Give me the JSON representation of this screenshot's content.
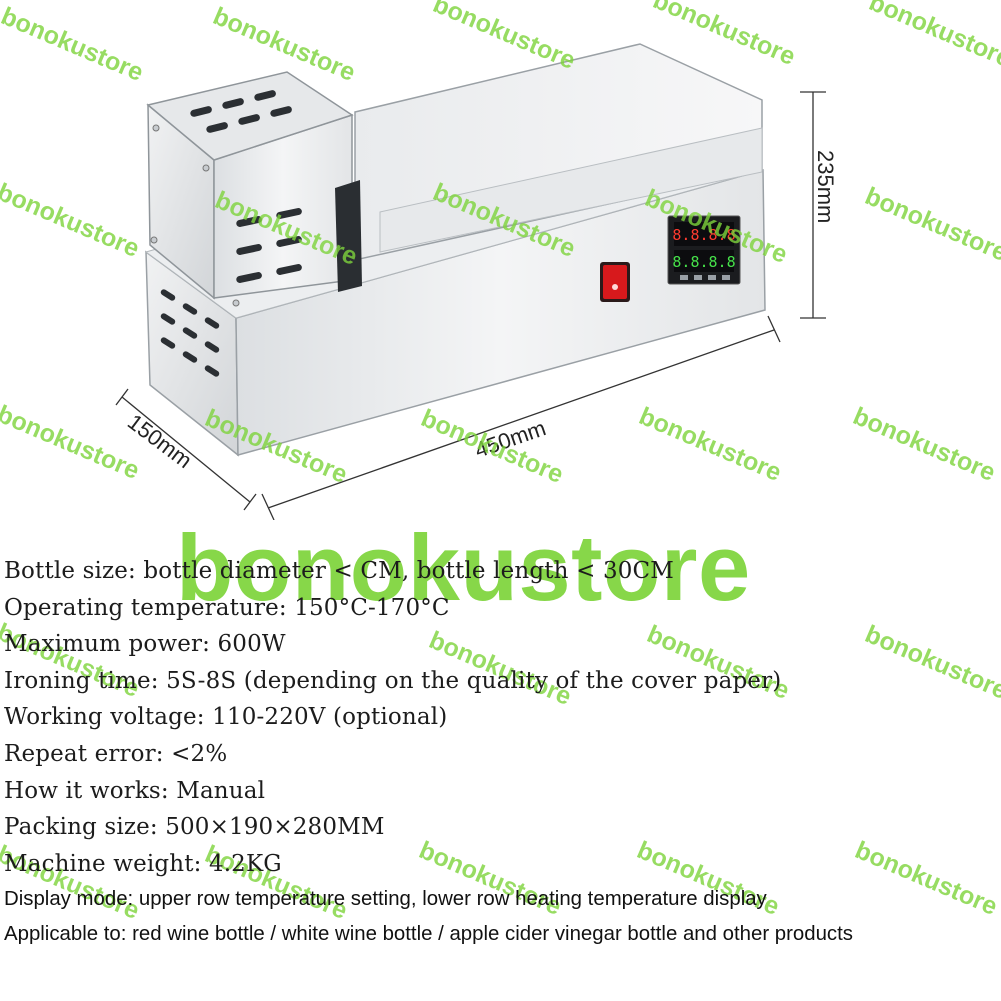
{
  "image": {
    "dimensions": {
      "height": "235mm",
      "depth": "150mm",
      "width": "450mm"
    },
    "display_readout": {
      "top": "8.8.8.8",
      "bottom": "8.8.8.8"
    },
    "colors": {
      "switch": "#d7191c",
      "watermark": "#7ed43c",
      "steel": "#e6e8ea"
    }
  },
  "watermark": {
    "large": "bonokustore",
    "small": "bonokustore"
  },
  "specs": [
    "Bottle size: bottle diameter < CM, bottle length < 30CM",
    "Operating temperature: 150°C-170°C",
    "Maximum power: 600W",
    "Ironing time: 5S-8S (depending on the quality of the cover paper)",
    "Working voltage: 110-220V (optional)",
    "Repeat error: <2%",
    "How it works: Manual",
    "Packing size: 500×190×280MM",
    "Machine weight: 4.2KG"
  ],
  "specs_sans": [
    "Display mode: upper row temperature setting, lower row heating temperature display",
    "Applicable to: red wine bottle / white wine bottle / apple cider vinegar bottle and other products"
  ]
}
